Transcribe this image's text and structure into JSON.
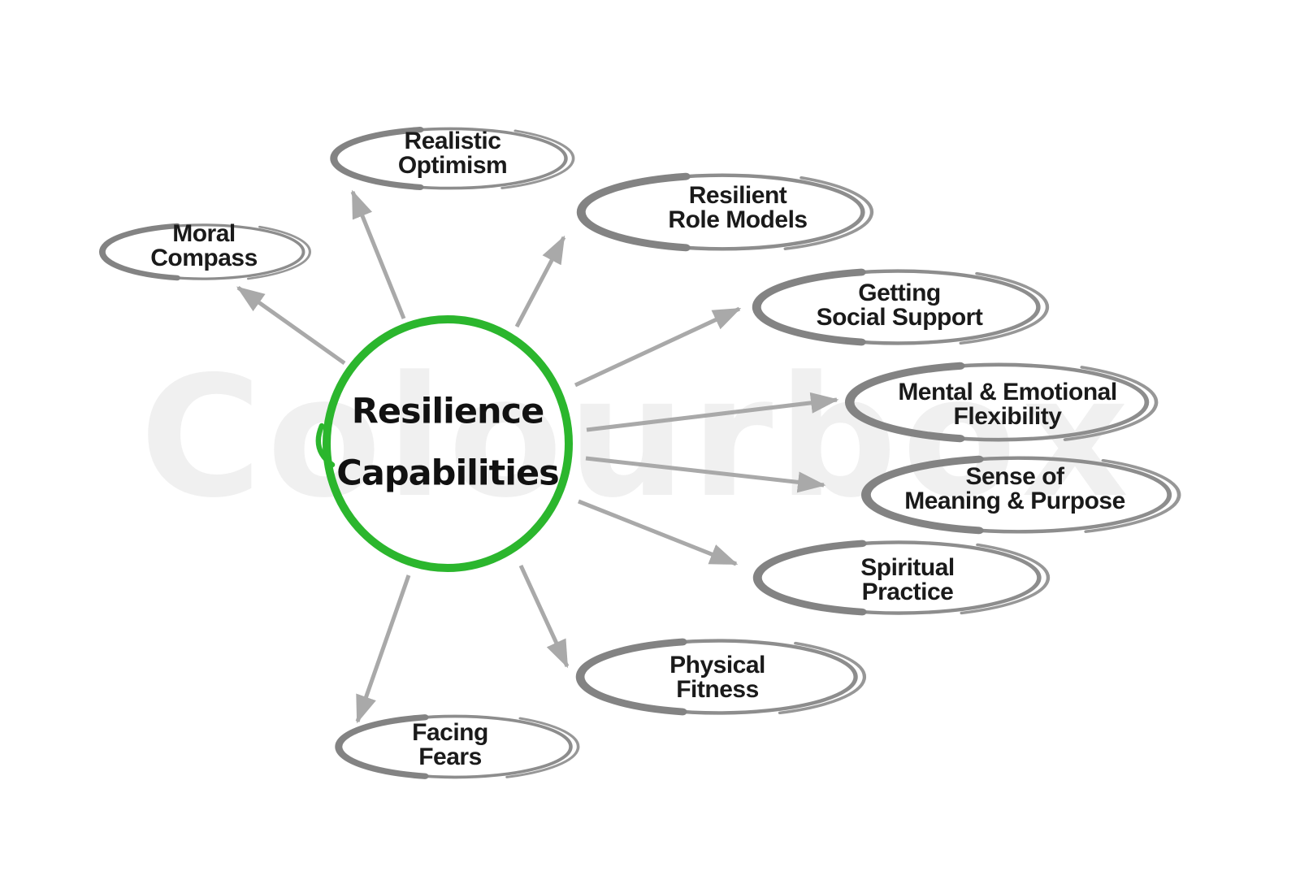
{
  "title": "Resilience Capabilities",
  "watermark": {
    "text": "Colourbox"
  },
  "center": {
    "line1": "Resilience",
    "line2": "Capabilities"
  },
  "nodes": [
    {
      "id": "realistic-optimism",
      "line1": "Realistic",
      "line2": "Optimism"
    },
    {
      "id": "moral-compass",
      "line1": "Moral",
      "line2": "Compass"
    },
    {
      "id": "resilient-role-models",
      "line1": "Resilient",
      "line2": "Role Models"
    },
    {
      "id": "getting-social-support",
      "line1": "Getting",
      "line2": "Social Support"
    },
    {
      "id": "mental-emotional-flexibility",
      "line1": "Mental & Emotional",
      "line2": "Flexibility"
    },
    {
      "id": "sense-of-meaning-purpose",
      "line1": "Sense of",
      "line2": "Meaning & Purpose"
    },
    {
      "id": "spiritual-practice",
      "line1": "Spiritual",
      "line2": "Practice"
    },
    {
      "id": "physical-fitness",
      "line1": "Physical",
      "line2": "Fitness"
    },
    {
      "id": "facing-fears",
      "line1": "Facing",
      "line2": "Fears"
    }
  ],
  "colors": {
    "accent_green": "#2bb62d",
    "ellipse_gray": "#8d8d8d",
    "arrow_gray": "#a9a9a9",
    "text_black": "#1a1a1a",
    "watermark_gray": "#f0f0f0"
  }
}
